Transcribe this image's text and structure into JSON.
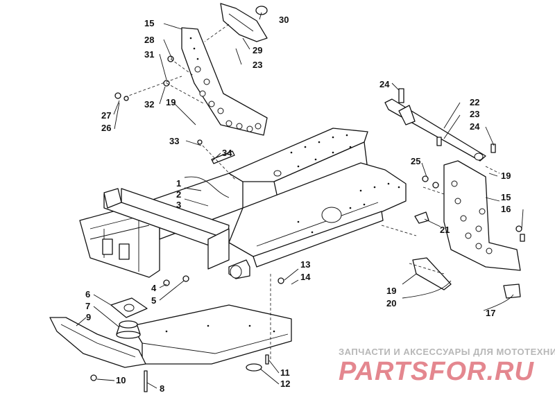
{
  "callouts": [
    "1",
    "2",
    "3",
    "4",
    "5",
    "6",
    "7",
    "8",
    "9",
    "10",
    "11",
    "12",
    "13",
    "14",
    "15",
    "15",
    "16",
    "17",
    "19",
    "19",
    "19",
    "20",
    "21",
    "22",
    "23",
    "23",
    "24",
    "24",
    "25",
    "26",
    "27",
    "28",
    "29",
    "30",
    "31",
    "32",
    "33",
    "34"
  ],
  "watermark": {
    "top_text": "ЗАПЧАСТИ И АКСЕССУАРЫ ДЛЯ МОТОТЕХНИКИ",
    "logo_text": "PARTSFOR.RU",
    "logo_color": "#e4878f"
  }
}
